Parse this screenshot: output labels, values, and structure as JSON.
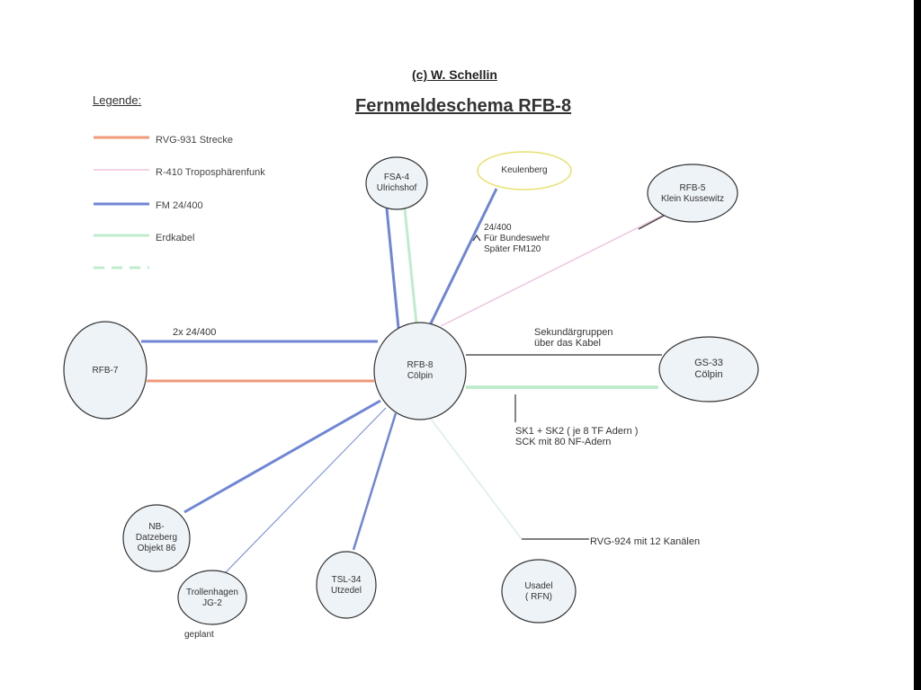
{
  "copyright": "(c) W. Schellin",
  "title": "Fernmeldeschema RFB-8",
  "legend": {
    "heading": "Legende:",
    "items": [
      {
        "label": "RVG-931 Strecke",
        "color": "#f09a7a"
      },
      {
        "label": "R-410 Troposphärenfunk",
        "color": "#f4c4e4"
      },
      {
        "label": "FM 24/400",
        "color": "#6f86d6"
      },
      {
        "label": "Erdkabel",
        "color": "#bfeccd"
      },
      {
        "label": "",
        "color": "#bfeccd"
      }
    ]
  },
  "nodes": {
    "rfb8": {
      "line1": "RFB-8",
      "line2": "Cölpin"
    },
    "rfb7": {
      "line1": "RFB-7"
    },
    "fsa4": {
      "line1": "FSA-4",
      "line2": "Ulrichshof"
    },
    "keulenberg": {
      "line1": "Keulenberg"
    },
    "rfb5": {
      "line1": "RFB-5",
      "line2": "Klein Kussewitz"
    },
    "gs33": {
      "line1": "GS-33",
      "line2": "Cölpin"
    },
    "nb": {
      "line1": "NB-",
      "line2": "Datzeberg",
      "line3": "Objekt 86"
    },
    "trollenhagen": {
      "line1": "Trollenhagen",
      "line2": "JG-2"
    },
    "tsl34": {
      "line1": "TSL-34",
      "line2": "Utzedel"
    },
    "usadel": {
      "line1": "Usadel",
      "line2": "( RFN)"
    }
  },
  "annotations": {
    "link_2x": "2x 24/400",
    "keulenberg_link_1": "24/400",
    "keulenberg_link_2": "Für Bundeswehr",
    "keulenberg_link_3": "Später FM120",
    "sek_1": "Sekundärgruppen",
    "sek_2": "über das Kabel",
    "sk_1": "SK1 + SK2  ( je 8 TF Adern )",
    "sk_2": "SCK mit 80 NF-Adern",
    "rvg924": "RVG-924 mit 12 Kanälen",
    "geplant": "geplant"
  }
}
